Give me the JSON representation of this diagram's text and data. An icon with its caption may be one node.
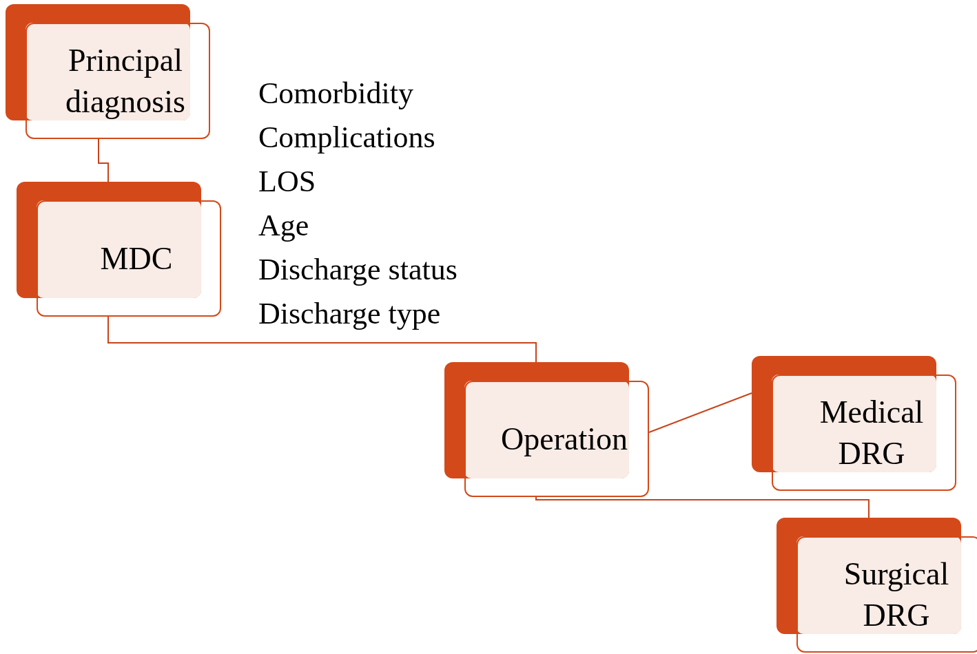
{
  "diagram": {
    "nodes": [
      {
        "text": [
          "Principal diagnosis"
        ]
      },
      {
        "text": [
          "MDC"
        ]
      },
      {
        "text": [
          "Operation"
        ]
      },
      {
        "text": [
          "Medical DRG"
        ]
      },
      {
        "text": [
          "Surgical DRG"
        ]
      }
    ],
    "edges": [
      {
        "from": 0,
        "to": 1,
        "arrow": "none"
      },
      {
        "from": 1,
        "to": 2,
        "arrow": "none"
      },
      {
        "from": 2,
        "to": 3,
        "arrow": "none"
      },
      {
        "from": 2,
        "to": 4,
        "arrow": "none"
      }
    ],
    "labels": [
      "Comorbidity",
      "Complications",
      "LOS",
      "Age",
      "Discharge status",
      "Discharge type"
    ]
  }
}
